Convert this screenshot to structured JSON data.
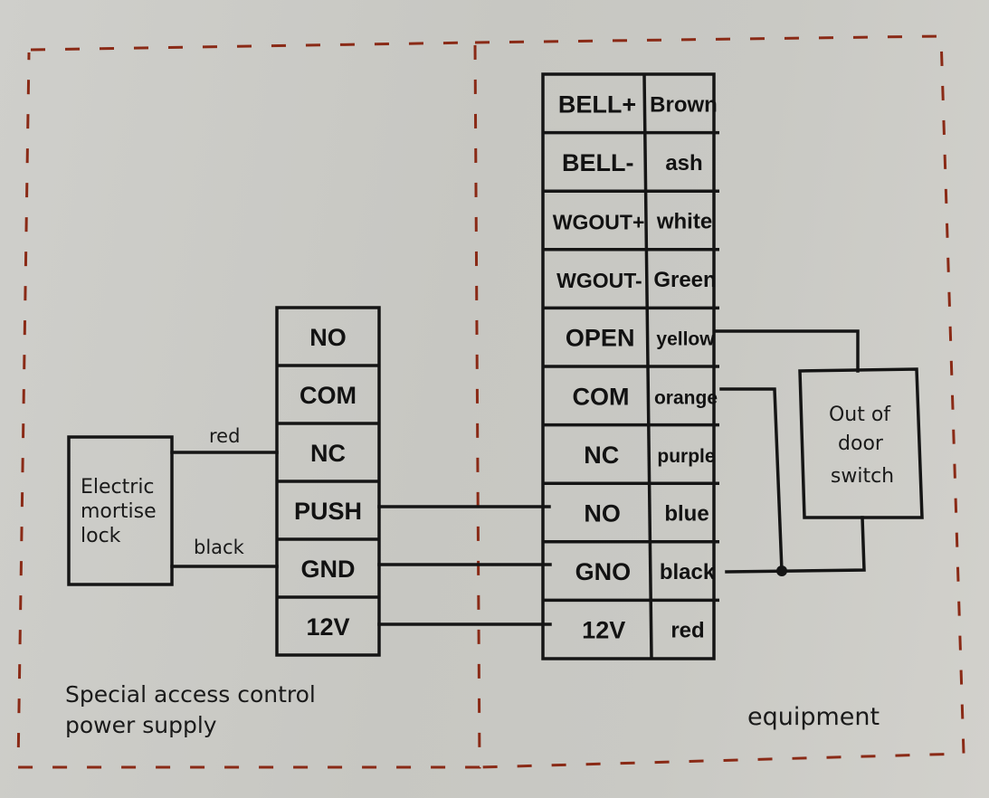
{
  "regions": {
    "power_supply_label_line1": "Special access control",
    "power_supply_label_line2": "power supply",
    "equipment_label": "equipment"
  },
  "lock": {
    "label_lines": [
      "Electric",
      "mortise",
      "lock"
    ],
    "wire_top_label": "red",
    "wire_bottom_label": "black"
  },
  "power_supply_terminals": [
    "NO",
    "COM",
    "NC",
    "PUSH",
    "GND",
    "12V"
  ],
  "equipment_terminals": [
    {
      "pin": "BELL+",
      "color": "Brown"
    },
    {
      "pin": "BELL-",
      "color": "ash"
    },
    {
      "pin": "WGOUT+",
      "color": "white"
    },
    {
      "pin": "WGOUT-",
      "color": "Green"
    },
    {
      "pin": "OPEN",
      "color": "yellow"
    },
    {
      "pin": "COM",
      "color": "orange"
    },
    {
      "pin": "NC",
      "color": "purple"
    },
    {
      "pin": "NO",
      "color": "blue"
    },
    {
      "pin": "GNO",
      "color": "black"
    },
    {
      "pin": "12V",
      "color": "red"
    }
  ],
  "switch": {
    "label_lines": [
      "Out of",
      "door",
      "switch"
    ]
  },
  "connections": [
    {
      "from": "lock",
      "to": "power_supply.NC",
      "wire": "red"
    },
    {
      "from": "lock",
      "to": "power_supply.GND",
      "wire": "black"
    },
    {
      "from": "power_supply.PUSH",
      "to": "equipment.NO"
    },
    {
      "from": "power_supply.GND",
      "to": "equipment.GNO"
    },
    {
      "from": "power_supply.12V",
      "to": "equipment.12V"
    },
    {
      "from": "equipment.OPEN",
      "to": "switch"
    },
    {
      "from": "equipment.COM",
      "to": "equipment.GNO junction"
    },
    {
      "from": "switch",
      "to": "equipment.GNO junction"
    }
  ],
  "colors": {
    "dashed_border": "#8a2a16",
    "line": "#151515",
    "paper": "#c9c8c3"
  }
}
